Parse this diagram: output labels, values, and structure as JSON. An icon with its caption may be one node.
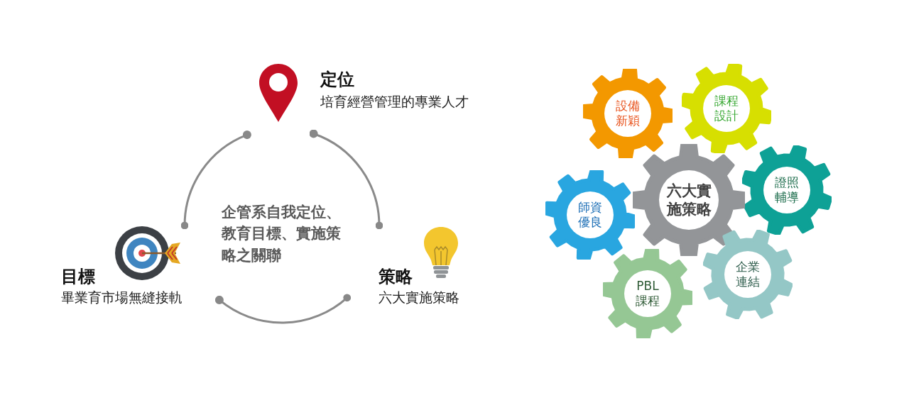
{
  "diagram": {
    "nodes": [
      {
        "text": [
          "定位",
          "培育經營管理的專業人才"
        ]
      },
      {
        "text": [
          "目標",
          "畢業育市場無縫接軌"
        ]
      },
      {
        "text": [
          "策略",
          "六大實施策略"
        ]
      },
      {
        "text": [
          "課程設計"
        ]
      },
      {
        "text": [
          "設備新穎"
        ]
      },
      {
        "text": [
          "證照輔導"
        ]
      },
      {
        "text": [
          "六大實施策略"
        ]
      },
      {
        "text": [
          "師資優良"
        ]
      },
      {
        "text": [
          "企業連結"
        ]
      },
      {
        "text": [
          "PBL課程"
        ]
      }
    ],
    "edges": [
      {
        "from": 0,
        "to": 1,
        "arrow": "other"
      },
      {
        "from": 0,
        "to": 2,
        "arrow": "other"
      },
      {
        "from": 1,
        "to": 2,
        "arrow": "other"
      }
    ],
    "labels": [
      "企管系自我定位、教育目標、實施策略之關聯"
    ]
  }
}
